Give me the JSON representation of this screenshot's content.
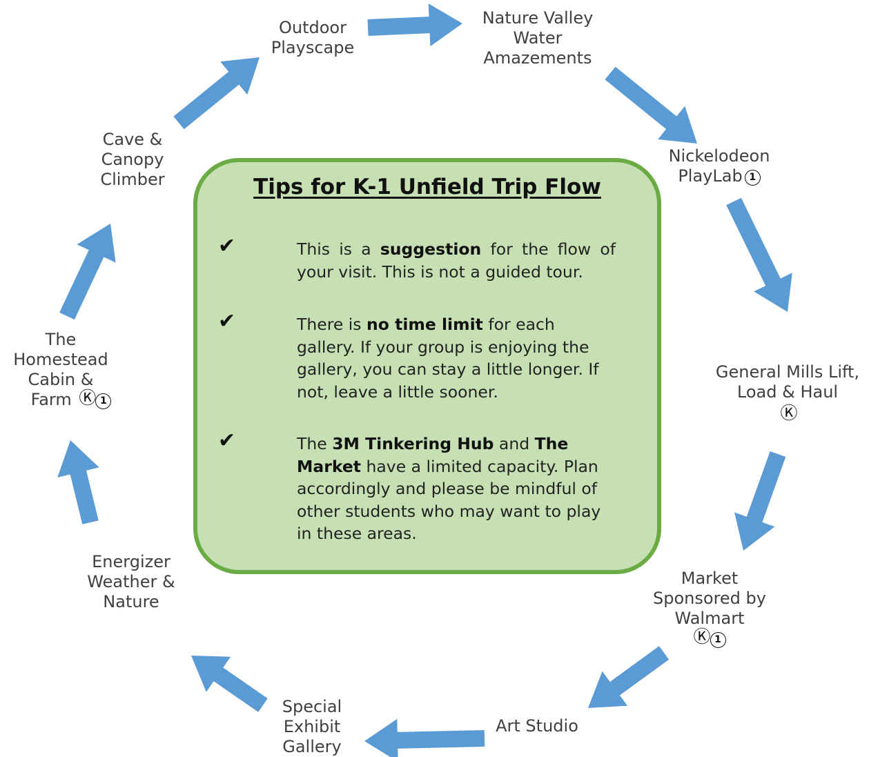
{
  "colors": {
    "arrow": "#5b9bd5",
    "box_fill": "#c6e0b4",
    "box_border": "#6aab44",
    "stop_text": "#404040"
  },
  "symbols": {
    "k_symbol": "Ⓚ",
    "one_symbol": "1"
  },
  "stops": [
    {
      "lines": [
        "Outdoor",
        "Playscape"
      ]
    },
    {
      "lines": [
        "Nature Valley",
        "Water",
        "Amazements"
      ]
    },
    {
      "lines": [
        "Nickelodeon",
        "PlayLab"
      ]
    },
    {
      "lines": [
        "General Mills Lift,",
        "Load & Haul"
      ]
    },
    {
      "lines": [
        "Market",
        "Sponsored by",
        "Walmart"
      ]
    },
    {
      "lines": [
        "Art Studio"
      ]
    },
    {
      "lines": [
        "Special",
        "Exhibit",
        "Gallery"
      ]
    },
    {
      "lines": [
        "Energizer",
        "Weather &",
        "Nature"
      ]
    },
    {
      "lines": [
        "The",
        "Homestead",
        "Cabin &",
        "Farm"
      ]
    },
    {
      "lines": [
        "Cave &",
        "Canopy",
        "Climber"
      ]
    }
  ],
  "tips": {
    "title": "Tips for K-1 Unfield Trip Flow",
    "check_glyph": "✔",
    "items": [
      {
        "parts": [
          {
            "text": "This is a ",
            "bold": false
          },
          {
            "text": "suggestion",
            "bold": true
          },
          {
            "text": " for the flow of your visit. This is not a guided tour.",
            "bold": false
          }
        ]
      },
      {
        "parts": [
          {
            "text": "There is ",
            "bold": false
          },
          {
            "text": "no time limit",
            "bold": true
          },
          {
            "text": " for each gallery. If your group is enjoying the gallery, you can stay a little longer. If not, leave a little sooner.",
            "bold": false
          }
        ]
      },
      {
        "parts": [
          {
            "text": "The ",
            "bold": false
          },
          {
            "text": "3M Tinkering Hub",
            "bold": true
          },
          {
            "text": " and ",
            "bold": false
          },
          {
            "text": "The Market",
            "bold": true
          },
          {
            "text": " have a limited capacity. Plan accordingly and please be mindful of other students who may want to play in these areas.",
            "bold": false
          }
        ]
      }
    ]
  }
}
